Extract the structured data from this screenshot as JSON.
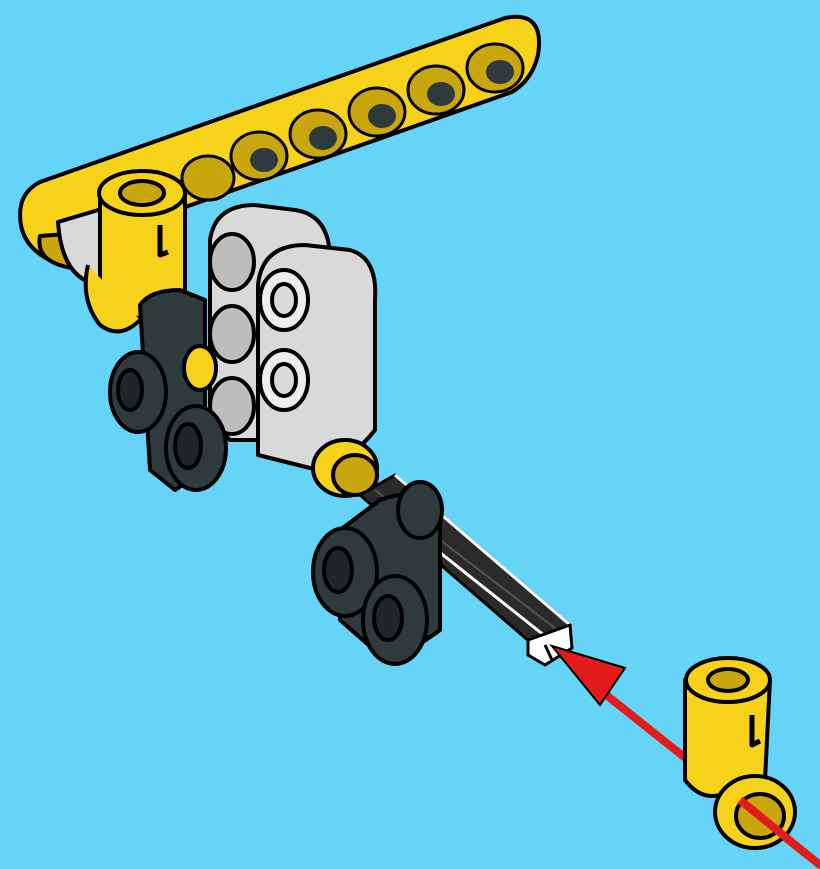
{
  "scene": {
    "background_color": "#66D4F7",
    "colors": {
      "yellow": "#F6D21A",
      "yellow_dark": "#C9A60E",
      "light_gray": "#D9D9D9",
      "gray_shade": "#BDBDBD",
      "dark_gray": "#2E3A3C",
      "axle_black": "#2A2A2A",
      "outline": "#000000",
      "arrow_red": "#E31B1B"
    },
    "parts": [
      {
        "name": "yellow-liftarm",
        "color": "yellow"
      },
      {
        "name": "yellow-axle-pin-connector-top",
        "color": "yellow"
      },
      {
        "name": "light-gray-beam-back",
        "color": "light_gray"
      },
      {
        "name": "light-gray-beam-front",
        "color": "light_gray"
      },
      {
        "name": "dark-gray-double-bush-upper",
        "color": "dark_gray"
      },
      {
        "name": "yellow-half-bush",
        "color": "yellow"
      },
      {
        "name": "dark-gray-double-bush-lower",
        "color": "dark_gray"
      },
      {
        "name": "black-axle",
        "color": "axle_black"
      },
      {
        "name": "yellow-axle-pin-connector-incoming",
        "color": "yellow"
      }
    ],
    "arrow": {
      "name": "insert-arrow",
      "color": "arrow_red"
    }
  }
}
